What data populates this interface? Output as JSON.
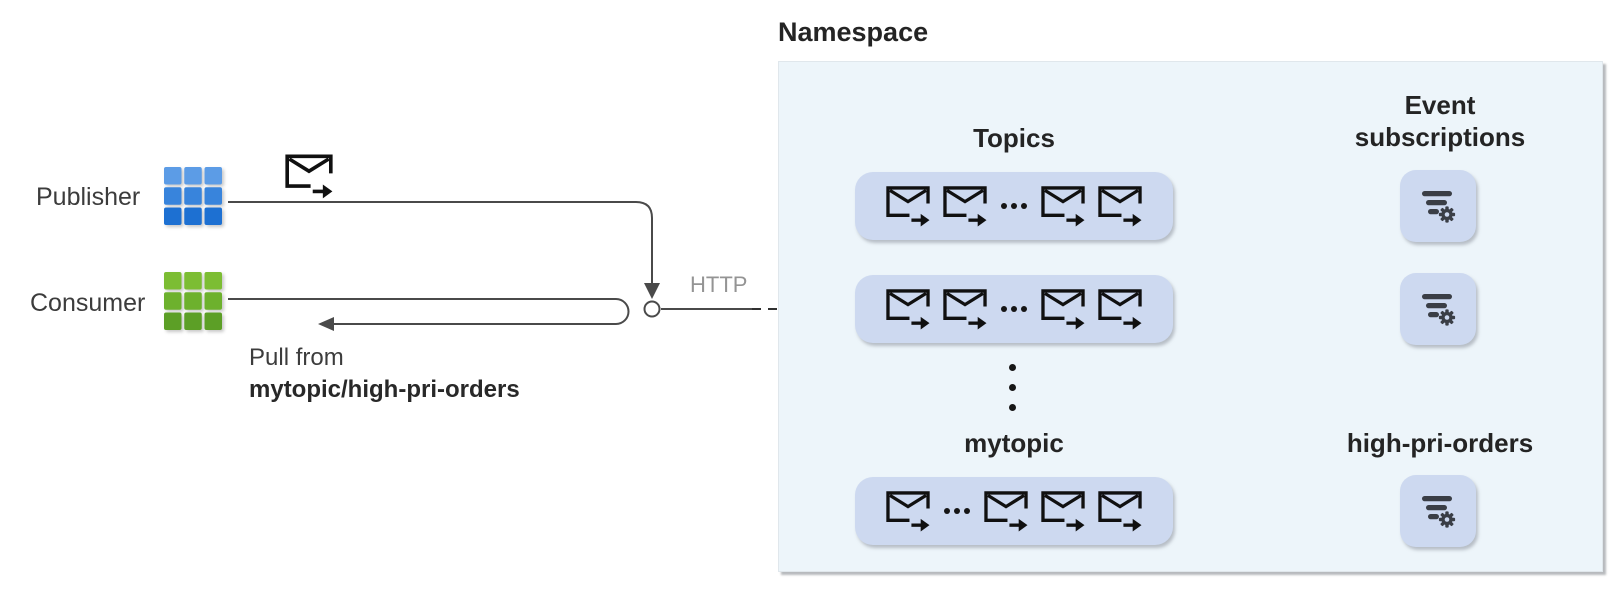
{
  "left_panel": {
    "publisher_label": "Publisher",
    "consumer_label": "Consumer",
    "pull_from_prefix": "Pull from",
    "pull_from_path": "mytopic/high-pri-orders",
    "http_label": "HTTP"
  },
  "namespace": {
    "title": "Namespace",
    "topics_heading": "Topics",
    "subscriptions_heading": [
      "Event",
      "subscriptions"
    ],
    "topic_rows": [
      {
        "label": "",
        "pattern": [
          "env",
          "env",
          "dots",
          "env",
          "env"
        ]
      },
      {
        "label": "",
        "pattern": [
          "env",
          "env",
          "dots",
          "env",
          "env"
        ]
      },
      {
        "label": "mytopic",
        "pattern": [
          "env",
          "dots",
          "env",
          "env",
          "env"
        ]
      }
    ],
    "subscription_nodes": [
      {
        "label": ""
      },
      {
        "label": ""
      },
      {
        "label": "high-pri-orders"
      }
    ]
  },
  "icons": {
    "publisher": "blue-grid-app-icon",
    "consumer": "green-grid-app-icon",
    "message": "envelope-with-outgoing-arrow-icon",
    "subscription": "filter-bars-with-gear-icon",
    "ellipsis_horizontal": "···",
    "ellipsis_vertical": "⋮",
    "junction": "small-open-circle"
  },
  "colors": {
    "namespace_bg": "#EDF5FA",
    "node_fill": "#CDD9F0",
    "line": "#4A4A4A",
    "dashed_line": "#303030",
    "heading_text": "#242424",
    "label_text": "#3C3C3C",
    "http_text": "#949494",
    "icon_stroke": "#101010",
    "sub_icon_glyph": "#3A3E46",
    "publisher_rows": [
      "#5C9CE6",
      "#3884DC",
      "#1D70D2"
    ],
    "consumer_rows": [
      "#7CBD33",
      "#6DB12D",
      "#5C9F26"
    ]
  }
}
